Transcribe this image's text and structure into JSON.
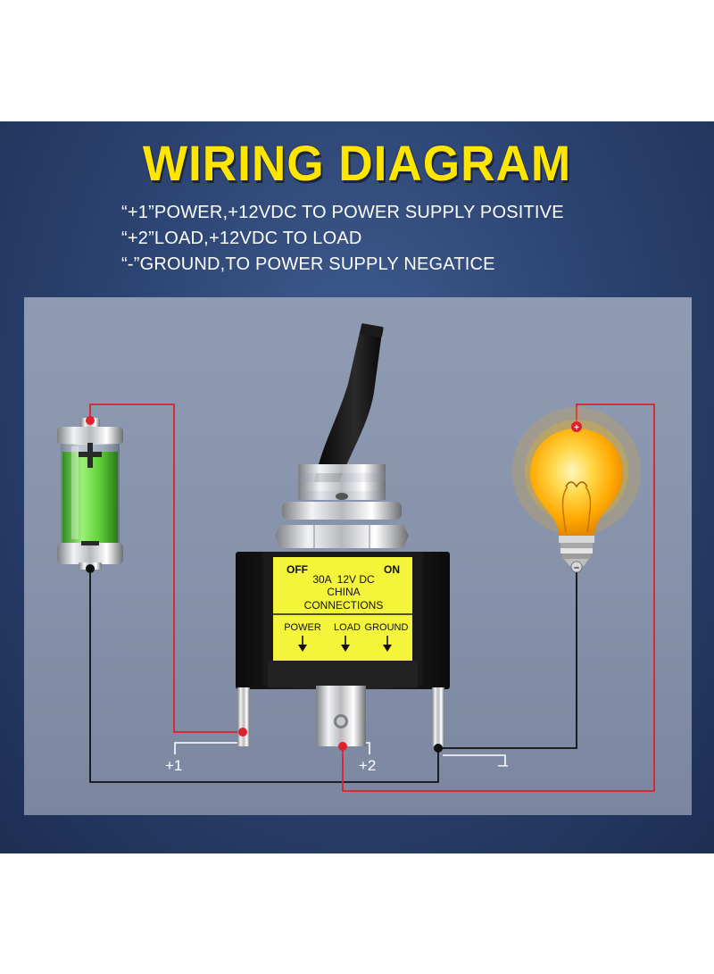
{
  "title": "WIRING DIAGRAM",
  "notes": [
    "“+1”POWER,+12VDC TO POWER SUPPLY POSITIVE",
    "“+2”LOAD,+12VDC TO LOAD",
    "“-”GROUND,TO POWER SUPPLY NEGATICE"
  ],
  "switch": {
    "off_label": "OFF",
    "on_label": "ON",
    "rating": "30A  12V DC",
    "origin": "CHINA",
    "connections_label": "CONNECTIONS",
    "terminals": [
      "POWER",
      "LOAD",
      "GROUND"
    ]
  },
  "terminal_labels": {
    "plus1": "+1",
    "plus2": "+2",
    "minus": "–"
  },
  "battery": {
    "positive_symbol": "+",
    "negative_symbol": "–"
  },
  "bulb": {
    "positive_symbol": "+",
    "negative_symbol": "–"
  },
  "colors": {
    "title": "#ffe600",
    "positive_wire": "#e0202a",
    "negative_wire": "#111111",
    "switch_label": "#f4f43a",
    "battery_fill": "#5dd63a",
    "bulb_glow": "#ffb400"
  }
}
